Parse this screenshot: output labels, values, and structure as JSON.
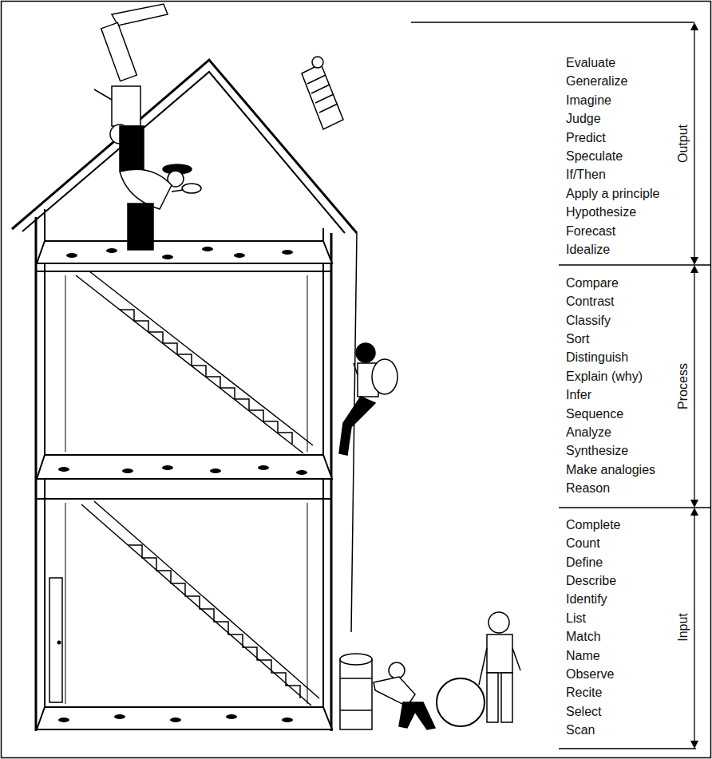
{
  "diagram": {
    "labels": [
      "Evaluate",
      "Generalize",
      "Imagine",
      "Judge",
      "Predict",
      "Speculate",
      "If/Then",
      "Apply a principle",
      "Hypothesize",
      "Forecast",
      "Idealize",
      "Compare",
      "Contrast",
      "Classify",
      "Sort",
      "Distinguish",
      "Explain (why)",
      "Infer",
      "Sequence",
      "Analyze",
      "Synthesize",
      "Make analogies",
      "Reason",
      "Complete",
      "Count",
      "Define",
      "Describe",
      "Identify",
      "List",
      "Match",
      "Name",
      "Observe",
      "Recite",
      "Select",
      "Scan",
      "Output",
      "Process",
      "Input"
    ]
  }
}
